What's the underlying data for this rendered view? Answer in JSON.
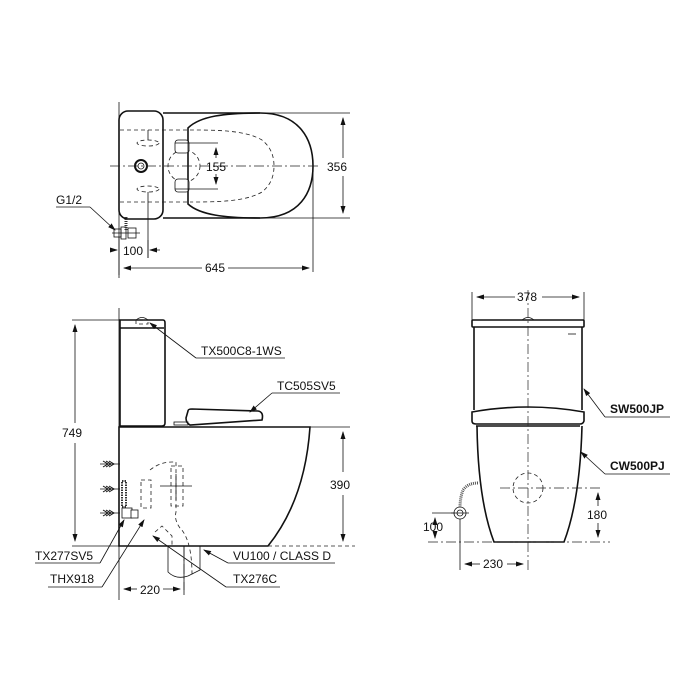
{
  "drawing": {
    "title": "Close-coupled toilet technical drawing",
    "views": {
      "top": {
        "dimensions": {
          "width": "645",
          "depth": "356",
          "seat_hinge_spacing": "155",
          "inlet_offset": "100"
        },
        "callouts": {
          "inlet_thread": "G1/2"
        }
      },
      "side": {
        "dimensions": {
          "overall_height": "749",
          "bowl_height": "390",
          "outlet_offset": "220"
        },
        "callouts": {
          "flush_button": "TX500C8-1WS",
          "seat": "TC505SV5",
          "pipe_fixing": "TX277SV5",
          "fixing": "THX918",
          "outlet": "VU100 / CLASS D",
          "connector": "TX276C"
        }
      },
      "front": {
        "dimensions": {
          "width": "378",
          "outlet_height": "180",
          "inlet_height": "100",
          "inlet_offset": "230"
        },
        "callouts": {
          "tank": "SW500JP",
          "bowl": "CW500PJ"
        }
      }
    }
  }
}
